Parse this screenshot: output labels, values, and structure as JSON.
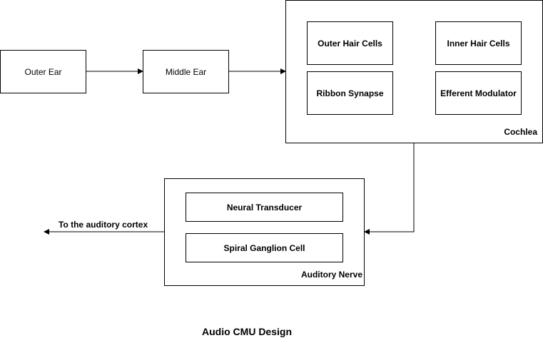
{
  "nodes": {
    "outer_ear": "Outer Ear",
    "middle_ear": "Middle Ear",
    "cochlea": {
      "label": "Cochlea",
      "outer_hair_cells": "Outer Hair Cells",
      "inner_hair_cells": "Inner Hair Cells",
      "ribbon_synapse": "Ribbon Synapse",
      "efferent_modulator": "Efferent Modulator"
    },
    "auditory_nerve": {
      "label": "Auditory Nerve",
      "neural_transducer": "Neural Transducer",
      "spiral_ganglion_cell": "Spiral Ganglion Cell"
    }
  },
  "edges": {
    "output_label": "To the auditory cortex"
  },
  "caption": "Audio CMU Design"
}
